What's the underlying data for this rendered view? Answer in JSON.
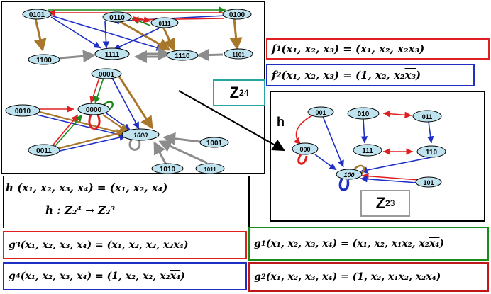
{
  "colors": {
    "red": "#e02020",
    "green": "#1a8a1a",
    "blue": "#1f2fc4",
    "brown": "#a8772a",
    "gray": "#8c8c8c",
    "node_fill": "#bfe3ee",
    "node_fill_gray": "#d0d0d0",
    "teal": "#2aa3a3"
  },
  "left_graph": {
    "nodes": [
      {
        "id": "0101",
        "label": "0101"
      },
      {
        "id": "0110",
        "label": "0110"
      },
      {
        "id": "0111",
        "label": "0111"
      },
      {
        "id": "0100",
        "label": "0100"
      },
      {
        "id": "1100",
        "label": "1100"
      },
      {
        "id": "1111",
        "label": "1111"
      },
      {
        "id": "1110",
        "label": "1110"
      },
      {
        "id": "1101",
        "label": "1101"
      },
      {
        "id": "0001",
        "label": "0001"
      },
      {
        "id": "0010",
        "label": "0010"
      },
      {
        "id": "0000",
        "label": "0000"
      },
      {
        "id": "1000",
        "label": "1000"
      },
      {
        "id": "0011",
        "label": "0011"
      },
      {
        "id": "1001",
        "label": "1001"
      },
      {
        "id": "1010",
        "label": "1010"
      },
      {
        "id": "1011",
        "label": "1011"
      }
    ]
  },
  "right_graph": {
    "title": "h",
    "nodes": [
      {
        "id": "001",
        "label": "001"
      },
      {
        "id": "010",
        "label": "010"
      },
      {
        "id": "011",
        "label": "011"
      },
      {
        "id": "000",
        "label": "000"
      },
      {
        "id": "111",
        "label": "111"
      },
      {
        "id": "110",
        "label": "110"
      },
      {
        "id": "100",
        "label": "100"
      },
      {
        "id": "101",
        "label": "101"
      }
    ]
  },
  "groups": {
    "z24": {
      "base": "Z",
      "sub": "2",
      "sup": "4"
    },
    "z23": {
      "base": "Z",
      "sub": "2",
      "sup": "3"
    }
  },
  "formulas": {
    "f1": {
      "lhs": "f",
      "idx": "1",
      "args": "(x₁, x₂, x₃) = (x₁, x₂, x₂x₃)"
    },
    "f2": {
      "lhs": "f",
      "idx": "2",
      "pre": "(x₁, x₂, x₃) = (1, x₂, x₂",
      "bar": "x₃",
      "post": ")"
    },
    "h_def": {
      "text": "h (x₁, x₂, x₃, x₄) = (x₁, x₂, x₄)"
    },
    "h_map": {
      "text": "h : Z₂⁴ → Z₂³"
    },
    "g3": {
      "lhs": "g",
      "idx": "3",
      "pre": "(x₁, x₂, x₃, x₄) = (x₁, x₂, x₂, x₂",
      "bar": "x₄",
      "post": ")"
    },
    "g1": {
      "lhs": "g",
      "idx": "1",
      "pre": "(x₁, x₂, x₃, x₄) = (x₁, x₂, x₁x₂, x₂",
      "bar": "x₄",
      "post": ")"
    },
    "g4": {
      "lhs": "g",
      "idx": "4",
      "pre": "(x₁, x₂, x₃, x₄) = (1, x₂, x₂, x₂",
      "bar": "x₄",
      "post": ")"
    },
    "g2": {
      "lhs": "g",
      "idx": "2",
      "pre": "(x₁, x₂, x₃, x₄) = (1, x₂, x₁x₂, x₂",
      "bar": "x₄",
      "post": ")"
    }
  }
}
